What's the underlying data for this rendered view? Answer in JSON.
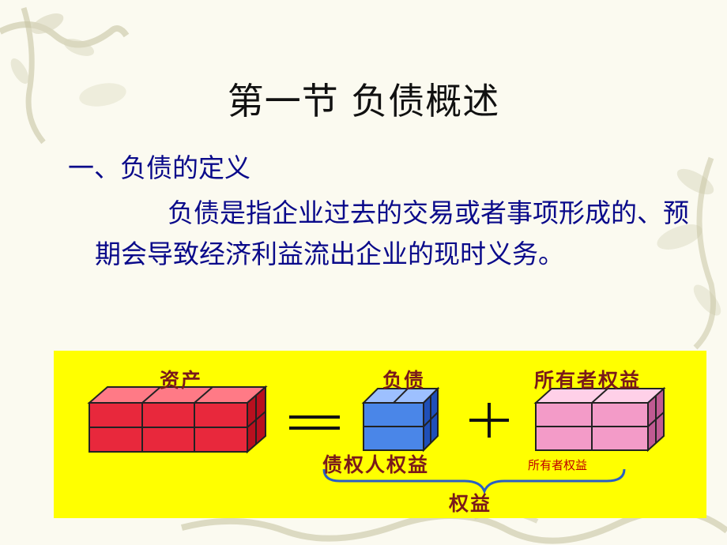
{
  "slide": {
    "title": "第一节  负债概述",
    "heading": "一、负债的定义",
    "definition": "负债是指企业过去的交易或者事项形成的、预期会导致经济利益流出企业的现时义务。"
  },
  "diagram": {
    "assets_label": "资产",
    "liabilities_label": "负债",
    "owners_equity_label": "所有者权益",
    "creditors_equity_label": "债权人权益",
    "owners_equity_small_label": "所有者权益",
    "equity_label": "权益",
    "equals_symbol": "=",
    "plus_symbol": "+",
    "colors": {
      "panel": "#ffff00",
      "assets": "#e8283c",
      "liabilities": "#4a86e8",
      "owners_equity": "#f39bc8",
      "label": "#7a1a1a",
      "brace": "#2a5fc4"
    }
  }
}
